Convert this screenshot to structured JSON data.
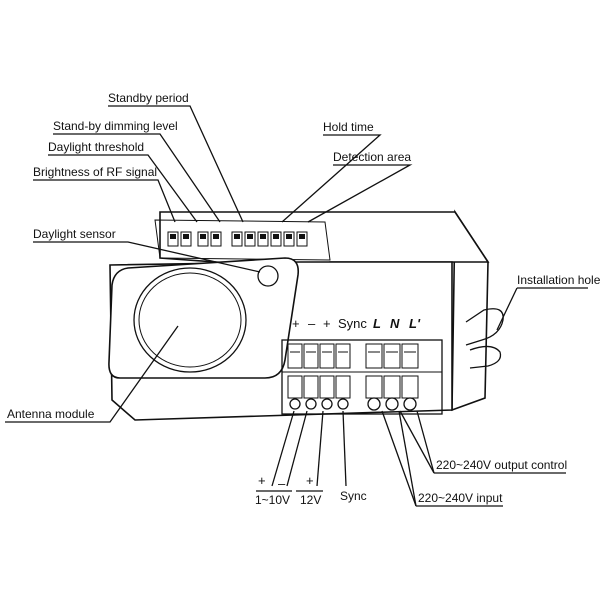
{
  "labels": {
    "standby_period": "Standby period",
    "standby_dimming_level": "Stand-by dimming level",
    "daylight_threshold": "Daylight  threshold",
    "brightness_rf": "Brightness of RF signal",
    "daylight_sensor": "Daylight  sensor",
    "antenna_module": "Antenna module",
    "hold_time": "Hold time",
    "detection_area": "Detection area",
    "installation_hole": "Installation hole",
    "output_control": "220~240V output control",
    "input": "220~240V input",
    "sync": "Sync"
  },
  "terminals": {
    "plus1": "+",
    "minus": "–",
    "plus2": "+",
    "sync": "Sync",
    "L": "L",
    "N": "N",
    "Lprime": "L'"
  },
  "bottom": {
    "plus": "+",
    "minus": "–",
    "range": "1~10V",
    "plus12": "+",
    "v12": "12V"
  },
  "colors": {
    "line": "#111111",
    "background": "#ffffff"
  }
}
